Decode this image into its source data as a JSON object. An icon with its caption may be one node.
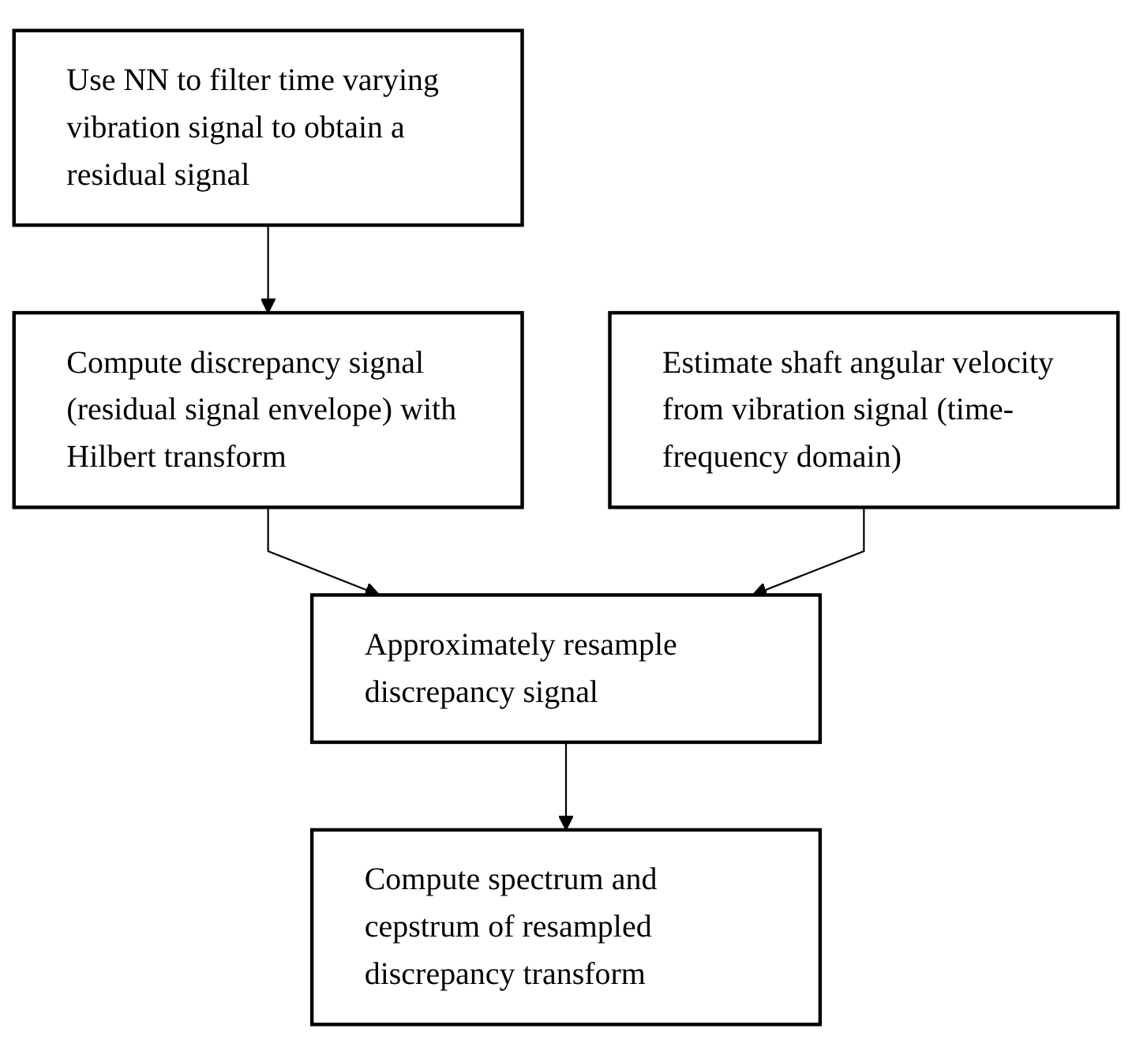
{
  "diagram": {
    "nodes": [
      {
        "text": [
          "Use NN to filter time varying vibration signal to obtain a residual signal"
        ]
      },
      {
        "text": [
          "Estimate shaft angular velocity from vibration signal (time-frequency domain)"
        ]
      },
      {
        "text": [
          "Compute discrepancy signal (residual signal envelope) with Hilbert transform"
        ]
      },
      {
        "text": [
          "Approximately resample discrepancy signal"
        ]
      },
      {
        "text": [
          "Compute spectrum and cepstrum of resampled discrepancy transform"
        ]
      }
    ],
    "edges": [
      {
        "from": 0,
        "to": 2,
        "arrow": "to"
      },
      {
        "from": 2,
        "to": 3,
        "arrow": "to"
      },
      {
        "from": 1,
        "to": 3,
        "arrow": "to"
      },
      {
        "from": 3,
        "to": 4,
        "arrow": "to"
      }
    ]
  }
}
